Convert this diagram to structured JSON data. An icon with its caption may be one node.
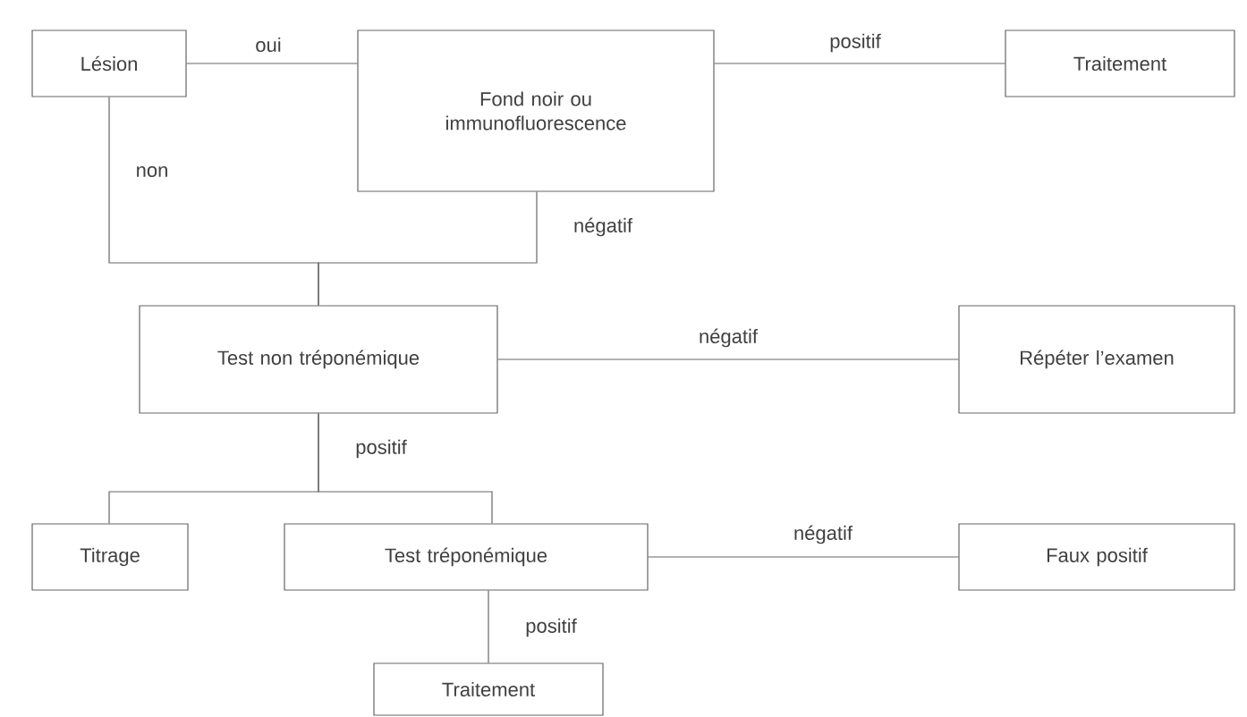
{
  "diagram": {
    "nodes": [
      {
        "text": [
          "Lésion"
        ]
      },
      {
        "text": [
          "Fond noir ou immunofluorescence"
        ]
      },
      {
        "text": [
          "Traitement"
        ]
      },
      {
        "text": [
          "Test non tréponémique"
        ]
      },
      {
        "text": [
          "Répéter l’examen"
        ]
      },
      {
        "text": [
          "Titrage"
        ]
      },
      {
        "text": [
          "Test tréponémique"
        ]
      },
      {
        "text": [
          "Faux positif"
        ]
      },
      {
        "text": [
          "Traitement"
        ]
      }
    ],
    "edges": [
      {
        "from": 0,
        "to": 1,
        "arrow": "none",
        "label": "oui"
      },
      {
        "from": 1,
        "to": 2,
        "arrow": "none",
        "label": "positif"
      },
      {
        "from": 0,
        "to": 3,
        "arrow": "none",
        "label": "non"
      },
      {
        "from": 1,
        "to": 3,
        "arrow": "none",
        "label": "négatif"
      },
      {
        "from": 3,
        "to": 4,
        "arrow": "none",
        "label": "négatif"
      },
      {
        "from": 3,
        "to": 5,
        "arrow": "none"
      },
      {
        "from": 3,
        "to": 6,
        "arrow": "none",
        "label": "positif"
      },
      {
        "from": 6,
        "to": 7,
        "arrow": "none",
        "label": "négatif"
      },
      {
        "from": 6,
        "to": 8,
        "arrow": "none",
        "label": "positif"
      }
    ]
  }
}
